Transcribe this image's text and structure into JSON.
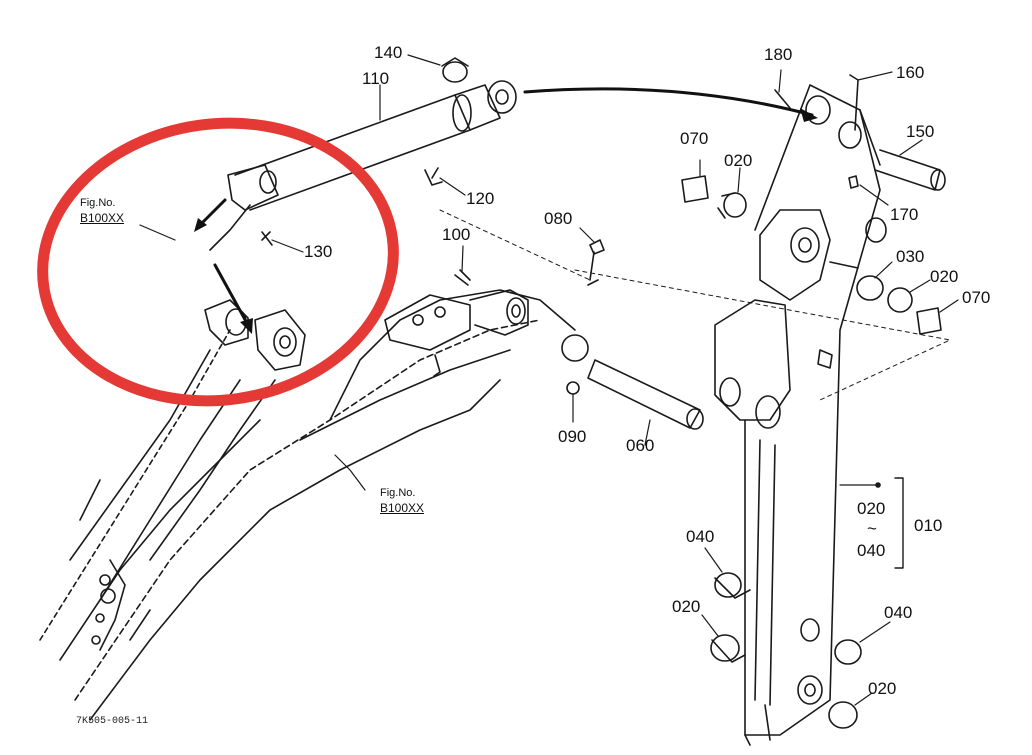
{
  "drawing_code": "7K505-005-11",
  "fig_ref_top": {
    "title": "Fig.No.",
    "ref": "B100XX"
  },
  "fig_ref_mid": {
    "title": "Fig.No.",
    "ref": "B100XX"
  },
  "range_label": {
    "from": "020",
    "tilde": "~",
    "to": "040",
    "group": "010"
  },
  "parts": {
    "p140": "140",
    "p110": "110",
    "p120": "120",
    "p130": "130",
    "p100": "100",
    "p080": "080",
    "p090": "090",
    "p060": "060",
    "p180": "180",
    "p160": "160",
    "p150": "150",
    "p170": "170",
    "p070a": "070",
    "p020a": "020",
    "p030": "030",
    "p020b": "020",
    "p070b": "070",
    "p040a": "040",
    "p020c": "020",
    "p040b": "040",
    "p020d": "020"
  },
  "colors": {
    "highlight_circle": "#e53935",
    "line": "#1a1a1a"
  }
}
